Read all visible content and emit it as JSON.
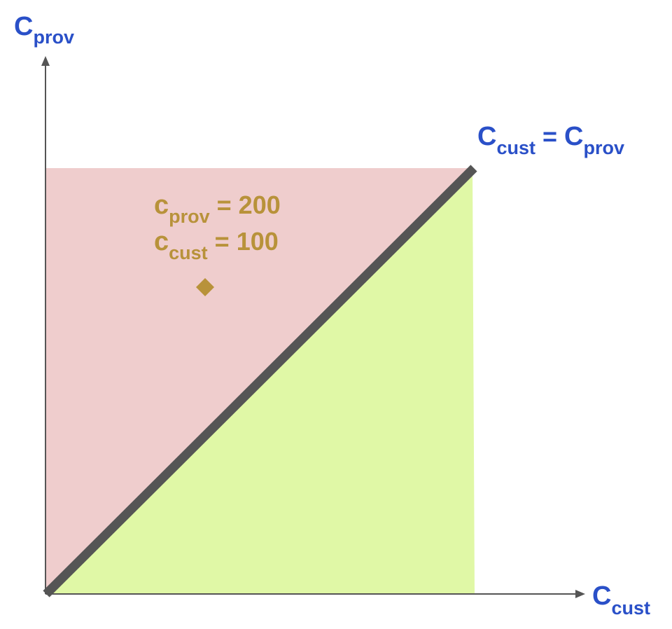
{
  "colors": {
    "label_blue": "#2a50c8",
    "point_gold": "#b8923a",
    "region_above": "#efcdcd",
    "region_below": "#e0f8a6",
    "diagonal_line": "#555555",
    "axis": "#555555"
  },
  "axes": {
    "y_label_main": "C",
    "y_label_sub": "prov",
    "x_label_main": "C",
    "x_label_sub": "cust"
  },
  "diagonal_label": {
    "left_main": "C",
    "left_sub": "cust",
    "equals": "=",
    "right_main": "C",
    "right_sub": "prov"
  },
  "point": {
    "line1_main": "c",
    "line1_sub": "prov",
    "line1_value": "= 200",
    "line2_main": "c",
    "line2_sub": "cust",
    "line2_value": "= 100",
    "marker_icon": "diamond-icon",
    "c_cust": 100,
    "c_prov": 200
  }
}
